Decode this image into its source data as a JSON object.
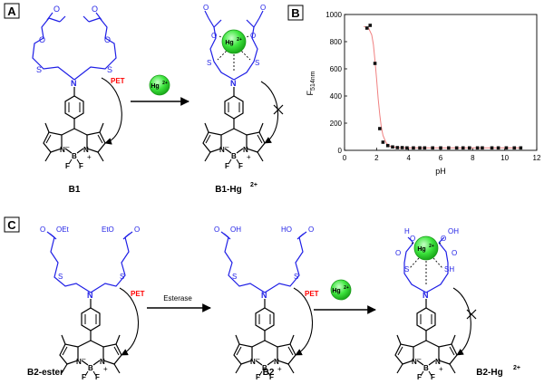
{
  "panels": {
    "a": {
      "label": "A"
    },
    "b": {
      "label": "B"
    },
    "c": {
      "label": "C"
    }
  },
  "compounds": {
    "b1": "B1",
    "b1_hg": "B1-Hg",
    "b2_ester": "B2-ester",
    "b2": "B2",
    "b2_hg": "B2-Hg"
  },
  "ion": {
    "symbol": "Hg",
    "charge": "2+"
  },
  "process": {
    "pet": "PET",
    "esterase": "Esterase"
  },
  "atoms": {
    "O": "O",
    "S": "S",
    "N": "N",
    "B": "B",
    "F": "F",
    "OH": "OH",
    "HO": "HO",
    "H": "H",
    "SH": "SH",
    "OEt": "OEt",
    "EtO": "EtO",
    "minus": "–",
    "plus": "+"
  },
  "colors": {
    "receptor": "#1f1fe6",
    "pet": "#ff0000",
    "ion_fill": "#3fe63f",
    "fit_curve": "#f08080",
    "points": "#111111"
  },
  "chart_data": {
    "type": "scatter",
    "xlabel": "pH",
    "ylabel": "F",
    "ylabel_sub": "514nm",
    "xlim": [
      0,
      12
    ],
    "ylim": [
      0,
      1000
    ],
    "xticks": [
      0,
      2,
      4,
      6,
      8,
      10,
      12
    ],
    "yticks": [
      0,
      200,
      400,
      600,
      800,
      1000
    ],
    "grid": false,
    "series": [
      {
        "x": [
          1.4,
          1.6,
          1.9,
          2.2,
          2.4,
          2.7,
          3.0,
          3.3,
          3.6,
          3.9,
          4.3,
          4.7,
          5.0,
          5.5,
          6.0,
          6.5,
          7.0,
          7.4,
          7.8,
          8.3,
          8.6,
          9.2,
          9.6,
          10.1,
          10.6,
          11.0
        ],
        "y": [
          900,
          920,
          640,
          160,
          60,
          35,
          25,
          20,
          20,
          18,
          18,
          18,
          18,
          18,
          18,
          18,
          18,
          18,
          18,
          18,
          18,
          18,
          18,
          18,
          18,
          18
        ]
      }
    ],
    "fit": {
      "x": [
        1.2,
        1.5,
        1.7,
        1.8,
        1.9,
        2.0,
        2.1,
        2.2,
        2.3,
        2.4,
        2.6,
        2.8,
        3.0,
        3.5,
        4.0,
        6.0,
        8.0,
        10.0,
        11.0
      ],
      "y": [
        912,
        900,
        850,
        780,
        660,
        530,
        380,
        260,
        170,
        110,
        55,
        32,
        24,
        19,
        18,
        18,
        18,
        18,
        18
      ]
    }
  }
}
